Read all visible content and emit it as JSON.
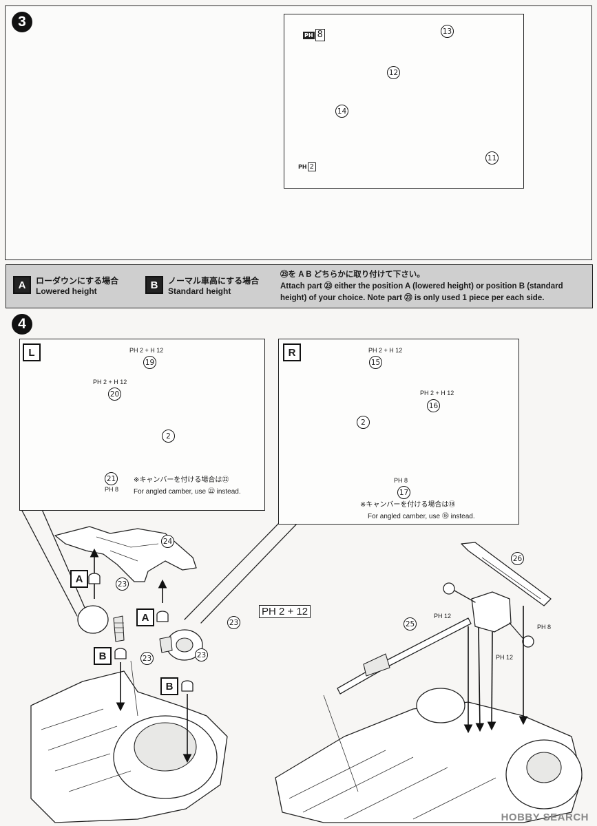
{
  "step3": {
    "number": "3",
    "paint": {
      "mark": "PH",
      "code": "8"
    },
    "paint_small": {
      "mark": "PH",
      "code": "2"
    },
    "parts": [
      "13",
      "12",
      "14",
      "11"
    ]
  },
  "legend": {
    "A": {
      "letter": "A",
      "jp": "ローダウンにする場合",
      "en": "Lowered height"
    },
    "B": {
      "letter": "B",
      "jp": "ノーマル車高にする場合",
      "en": "Standard height"
    },
    "note_jp": "㉓を A B どちらかに取り付けて下さい。",
    "note_en": "Attach part ㉓ either the position A (lowered height) or position B (standard height) of your choice. Note part ㉓ is only used 1 piece per each side."
  },
  "step4": {
    "number": "4",
    "left_inset": {
      "side": "L",
      "paint_19": "PH 2 + H 12",
      "paint_20": "PH 2 + H 12",
      "paint_21": "PH 8",
      "parts": [
        "19",
        "20",
        "2",
        "21"
      ],
      "camber_jp": "※キャンバーを付ける場合は㉒",
      "camber_en": "For angled camber, use ㉒ instead."
    },
    "right_inset": {
      "side": "R",
      "paint_15": "PH 2 + H 12",
      "paint_16": "PH 2 + H 12",
      "paint_17": "PH 8",
      "parts": [
        "15",
        "2",
        "16",
        "17"
      ],
      "camber_jp": "※キャンバーを付ける場合は⑱",
      "camber_en": "For angled camber, use ⑱ instead."
    },
    "main": {
      "parts": [
        "24",
        "23",
        "23",
        "23",
        "23",
        "25",
        "26"
      ],
      "letters": [
        "A",
        "B",
        "A",
        "B"
      ],
      "paint_diff": "PH 2 + 12",
      "paint_12a": "PH 12",
      "paint_12b": "PH 12",
      "paint_8": "PH 8"
    }
  },
  "watermark": "HOBBY SEARCH"
}
